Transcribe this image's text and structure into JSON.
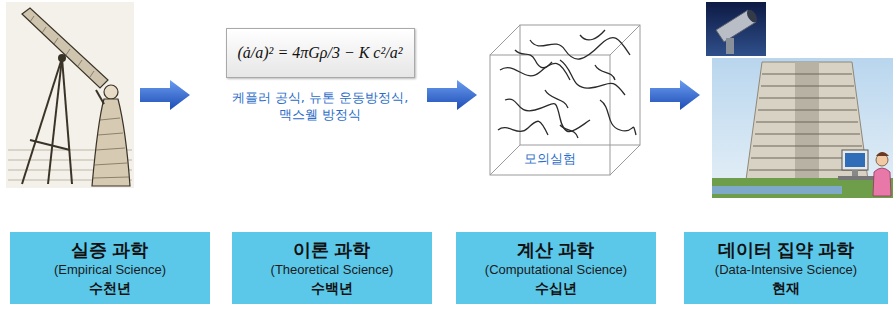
{
  "diagram": {
    "nodes": [
      {
        "text": [
          "(ȧ/a)² = 4πGρ/3 − K c²/a²"
        ]
      },
      {
        "text": [
          "실증 과학",
          "(Empirical Science)",
          "수천년"
        ]
      },
      {
        "text": [
          "이론 과학",
          "(Theoretical Science)",
          "수백년"
        ]
      },
      {
        "text": [
          "계산 과학",
          "(Computational Science)",
          "수십년"
        ]
      },
      {
        "text": [
          "데이터 집약 과학",
          "(Data-Intensive Science)",
          "현재"
        ]
      }
    ],
    "labels": [
      "케플러 공식, 뉴톤 운동방정식, 맥스웰 방정식",
      "모의실험"
    ]
  }
}
